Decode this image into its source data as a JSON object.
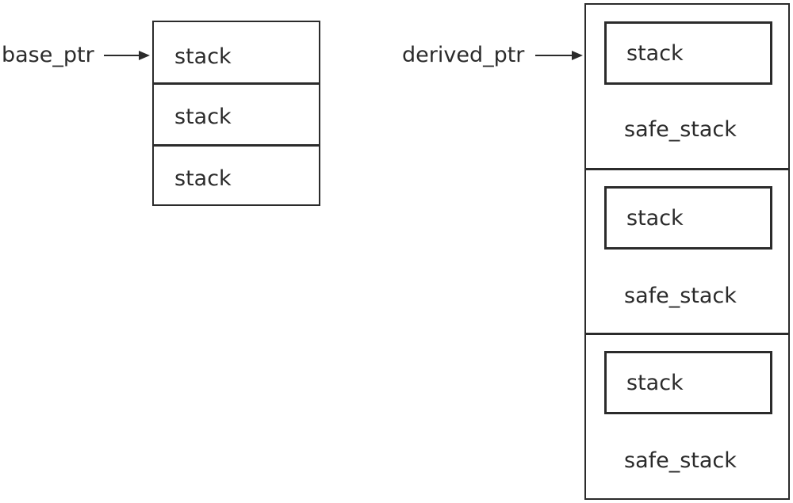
{
  "base": {
    "pointer_label": "base_ptr",
    "cells": [
      "stack",
      "stack",
      "stack"
    ]
  },
  "derived": {
    "pointer_label": "derived_ptr",
    "cells": [
      {
        "inner": "stack",
        "outer": "safe_stack"
      },
      {
        "inner": "stack",
        "outer": "safe_stack"
      },
      {
        "inner": "stack",
        "outer": "safe_stack"
      }
    ]
  }
}
